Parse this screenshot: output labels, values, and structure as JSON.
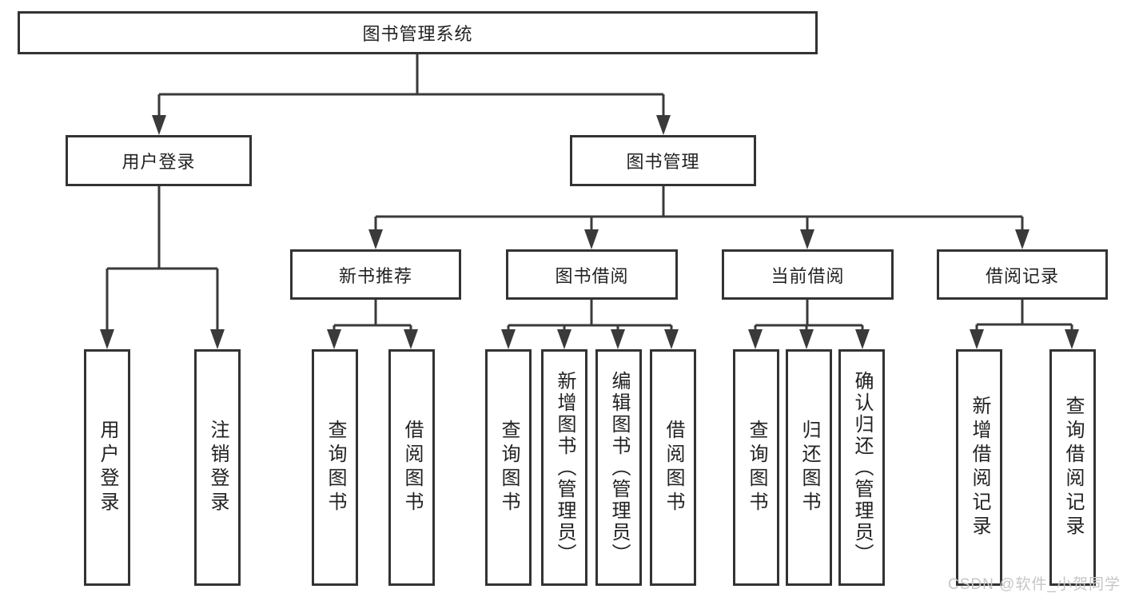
{
  "tree": {
    "root": {
      "label": "图书管理系统"
    },
    "branches": [
      {
        "label": "用户登录",
        "leaves": [
          "用户登录",
          "注销登录"
        ]
      },
      {
        "label": "图书管理",
        "groups": [
          {
            "label": "新书推荐",
            "leaves": [
              "查询图书",
              "借阅图书"
            ]
          },
          {
            "label": "图书借阅",
            "leaves": [
              "查询图书",
              "新增图书（管理员）",
              "编辑图书（管理员）",
              "借阅图书"
            ]
          },
          {
            "label": "当前借阅",
            "leaves": [
              "查询图书",
              "归还图书",
              "确认归还（管理员）"
            ]
          },
          {
            "label": "借阅记录",
            "leaves": [
              "新增借阅记录",
              "查询借阅记录"
            ]
          }
        ]
      }
    ]
  },
  "watermark": {
    "text": "CSDN @软件_小贺同学"
  },
  "colors": {
    "line": "#3a3a3a",
    "box_border": "#333333",
    "text": "#222222",
    "watermark": "#c6c6c6",
    "background": "#ffffff"
  }
}
